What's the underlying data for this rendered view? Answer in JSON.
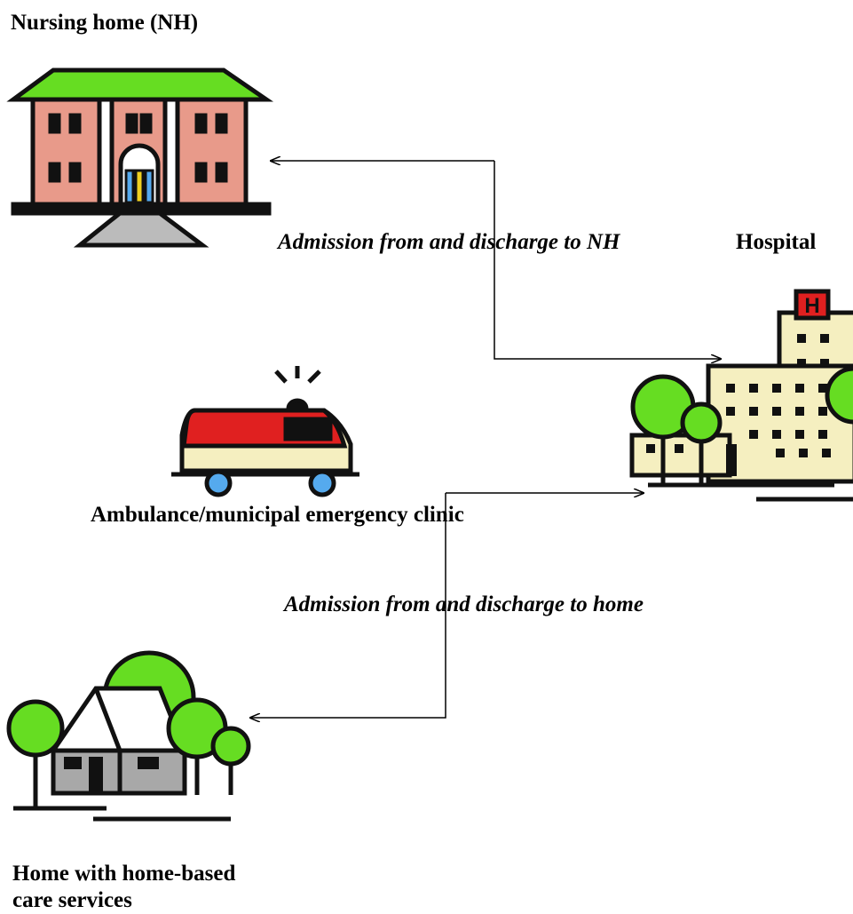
{
  "labels": {
    "nursing_home": "Nursing home (NH)",
    "hospital": "Hospital",
    "ambulance": "Ambulance/municipal emergency clinic",
    "home_line1": "Home with home-based",
    "home_line2": "care services"
  },
  "flows": {
    "nh": "Admission from and discharge to NH",
    "home": "Admission from and discharge to home"
  },
  "hospital_sign": "H",
  "colors": {
    "green": "#66dd22",
    "salmon": "#e89a8a",
    "cream": "#f5efc0",
    "red": "#e02020",
    "gray": "#a8a8a8",
    "blue": "#55aaee",
    "outline": "#111111"
  }
}
